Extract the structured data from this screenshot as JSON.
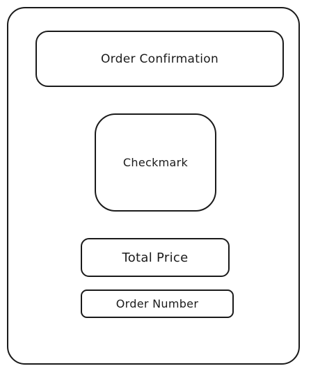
{
  "screen": {
    "title": "Order Confirmation",
    "checkmark_label": "Checkmark",
    "total_price_label": "Total Price",
    "order_number_label": "Order Number"
  },
  "colors": {
    "stroke": "#1a1a1a",
    "background": "#ffffff"
  },
  "icons": {
    "checkmark": "checkmark-icon"
  }
}
